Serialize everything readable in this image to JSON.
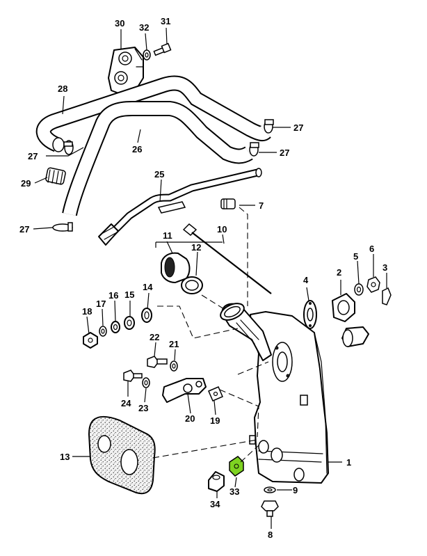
{
  "diagram": {
    "callouts": {
      "c1": "1",
      "c2": "2",
      "c3": "3",
      "c4": "4",
      "c5": "5",
      "c6": "6",
      "c7": "7",
      "c8": "8",
      "c9": "9",
      "c10": "10",
      "c11": "11",
      "c12": "12",
      "c13": "13",
      "c14": "14",
      "c15": "15",
      "c16": "16",
      "c17": "17",
      "c18": "18",
      "c19": "19",
      "c20": "20",
      "c21": "21",
      "c22": "22",
      "c23": "23",
      "c24": "24",
      "c25": "25",
      "c26": "26",
      "c27": "27",
      "c28": "28",
      "c29": "29",
      "c30": "30",
      "c31": "31",
      "c32": "32",
      "c33": "33",
      "c34": "34"
    },
    "colors": {
      "line": "#000000",
      "background": "#ffffff",
      "highlight_part_33": "#7ed321"
    }
  }
}
